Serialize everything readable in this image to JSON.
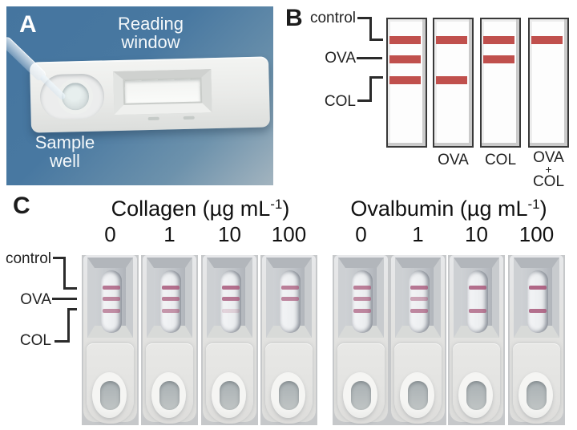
{
  "panel_a": {
    "label": "A",
    "reading_window": {
      "line1": "Reading",
      "line2": "window"
    },
    "sample_well": {
      "line1": "Sample",
      "line2": "well"
    }
  },
  "panel_b": {
    "label": "B",
    "row_labels": {
      "control": "control",
      "ova": "OVA",
      "col": "COL"
    },
    "band_color": "#c0504d",
    "strips": [
      {
        "label": "",
        "bands": [
          "control",
          "ova",
          "col"
        ]
      },
      {
        "label": "OVA",
        "bands": [
          "control",
          "col"
        ]
      },
      {
        "label": "COL",
        "bands": [
          "control",
          "ova"
        ]
      },
      {
        "label_lines": [
          "OVA",
          "+",
          "COL"
        ],
        "bands": [
          "control"
        ]
      }
    ]
  },
  "panel_c": {
    "label": "C",
    "row_labels": {
      "control": "control",
      "ova": "OVA",
      "col": "COL"
    },
    "band_color": "#a8587a",
    "groups": [
      {
        "title_main": "Collagen (µg mL",
        "title_sup": "-1",
        "title_close": ")",
        "concentrations": [
          "0",
          "1",
          "10",
          "100"
        ],
        "strips": [
          {
            "control": 0.8,
            "ova": 0.7,
            "col": 0.65
          },
          {
            "control": 0.85,
            "ova": 0.75,
            "col": 0.6
          },
          {
            "control": 0.85,
            "ova": 0.8,
            "col": 0.2
          },
          {
            "control": 0.75,
            "ova": 0.7,
            "col": 0
          }
        ]
      },
      {
        "title_main": "Ovalbumin (µg mL",
        "title_sup": "-1",
        "title_close": ")",
        "concentrations": [
          "0",
          "1",
          "10",
          "100"
        ],
        "strips": [
          {
            "control": 0.75,
            "ova": 0.65,
            "col": 0.7
          },
          {
            "control": 0.8,
            "ova": 0.5,
            "col": 0.7
          },
          {
            "control": 0.85,
            "ova": 0,
            "col": 0.75
          },
          {
            "control": 0.9,
            "ova": 0,
            "col": 0.85
          }
        ]
      }
    ]
  }
}
